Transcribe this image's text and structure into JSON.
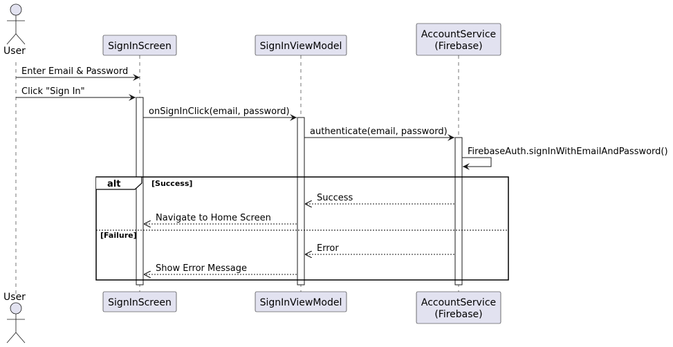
{
  "colors": {
    "participant_fill": "#E2E2F0",
    "participant_stroke": "#181818",
    "lifeline": "#181818",
    "background": "#FFFFFF"
  },
  "participants": {
    "user": {
      "label": "User"
    },
    "signin_screen": {
      "label": "SignInScreen"
    },
    "signin_viewmodel": {
      "label": "SignInViewModel"
    },
    "account_service": {
      "line1": "AccountService",
      "line2": "(Firebase)"
    }
  },
  "messages": {
    "m1": "Enter Email & Password",
    "m2": "Click \"Sign In\"",
    "m3": "onSignInClick(email, password)",
    "m4": "authenticate(email, password)",
    "m5": "FirebaseAuth.signInWithEmailAndPassword()",
    "m6": "Success",
    "m7": "Navigate to Home Screen",
    "m8": "Error",
    "m9": "Show Error Message"
  },
  "fragment": {
    "keyword": "alt",
    "guard_success": "[Success]",
    "guard_failure": "[Failure]"
  }
}
